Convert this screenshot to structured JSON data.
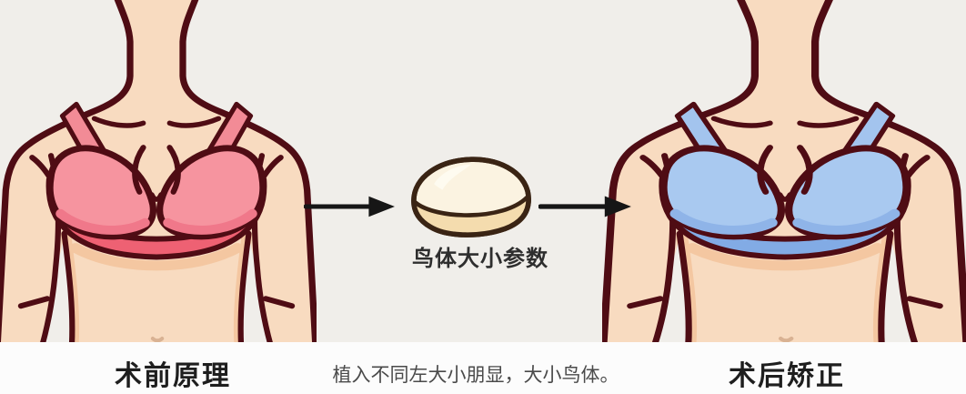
{
  "figure_before": {
    "label": "术前原理",
    "bra_color_name": "pink"
  },
  "figure_after": {
    "label": "术后矫正",
    "bra_color_name": "blue"
  },
  "implant": {
    "label": "鸟体大小参数"
  },
  "caption": "植入不同左大小朋显，大小鸟体。",
  "colors": {
    "background": "#f0eeea",
    "footer_strip": "#fcfcfc",
    "skin": "#f8dbc0",
    "skin_shadow": "#f4c7a1",
    "outline": "#4f0c14",
    "bra_pink_cup": "#f6949f",
    "bra_pink_band": "#ee6173",
    "bra_blue_cup": "#a9c9f0",
    "bra_blue_band": "#82abe5",
    "implant_fill": "#fbf3e1",
    "implant_base": "#f4dcae",
    "implant_outline": "#3a2414",
    "arrow": "#161616"
  }
}
